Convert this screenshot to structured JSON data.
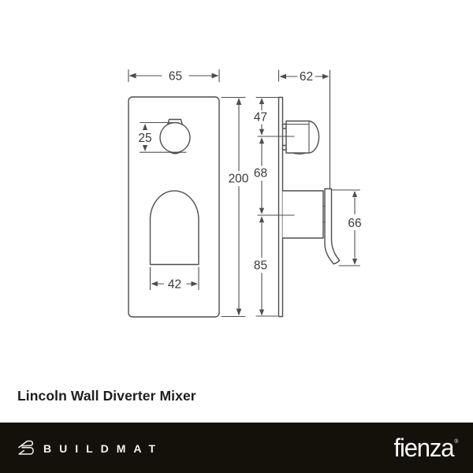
{
  "title": "Lincoln Wall Diverter Mixer",
  "drawing": {
    "front_view": {
      "width_mm": "65",
      "height_mm": "200",
      "knob_offset_mm": "25",
      "cutout_width_mm": "42"
    },
    "side_view": {
      "depth_mm": "62",
      "top_to_knob_mm": "47",
      "knob_to_lever_mm": "68",
      "lever_to_bottom_mm": "85",
      "handle_length_mm": "66"
    }
  },
  "footer": {
    "buildmat_label": "BUILDMAT",
    "fienza_label": "fienza",
    "fienza_mark": "®"
  },
  "colors": {
    "background": "#ffffff",
    "line": "#4e4e4e",
    "dimension_text": "#3a3a3a",
    "title_text": "#1d1d1d",
    "footer_bar": "#14110b",
    "footer_logo": "#f4f3f1"
  }
}
